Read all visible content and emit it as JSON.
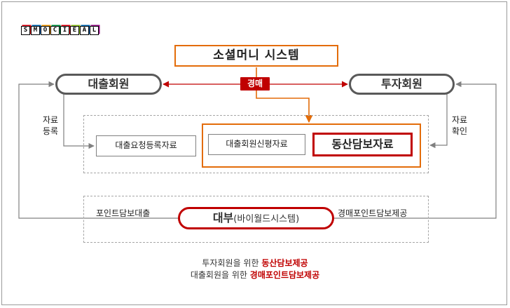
{
  "logo": {
    "letters": [
      "S",
      "M",
      "O",
      "C",
      "I",
      "E",
      "A",
      "L"
    ],
    "shadow_colors": [
      "#e60012",
      "#0068b7",
      "#f39800",
      "#009944",
      "#e60012",
      "#8fc31f",
      "#0068b7",
      "#920783"
    ]
  },
  "colors": {
    "orange": "#e36c09",
    "red": "#c00000",
    "gray": "#595959",
    "dashed": "#a6a6a6"
  },
  "system": {
    "title": "소셜머니 시스템"
  },
  "loan_member": {
    "label": "대출회원"
  },
  "invest_member": {
    "label": "투자회원"
  },
  "auction": {
    "label": "경매"
  },
  "left_note": {
    "line1": "자료",
    "line2": "등록"
  },
  "right_note": {
    "line1": "자료",
    "line2": "확인"
  },
  "boxes": {
    "loan_request": "대출요청등록자료",
    "loan_credit": "대출회원신평자료",
    "collateral": "동산담보자료"
  },
  "lending": {
    "main": "대부",
    "sub": "(바이월드시스템)"
  },
  "point_loan": "포인트담보대출",
  "auction_point": "경매포인트담보제공",
  "footer": {
    "line1_prefix": "투자회원을 위한",
    "line1_highlight": "동산담보제공",
    "line2_prefix": "대출회원을 위한",
    "line2_highlight": "경매포인트담보제공"
  }
}
